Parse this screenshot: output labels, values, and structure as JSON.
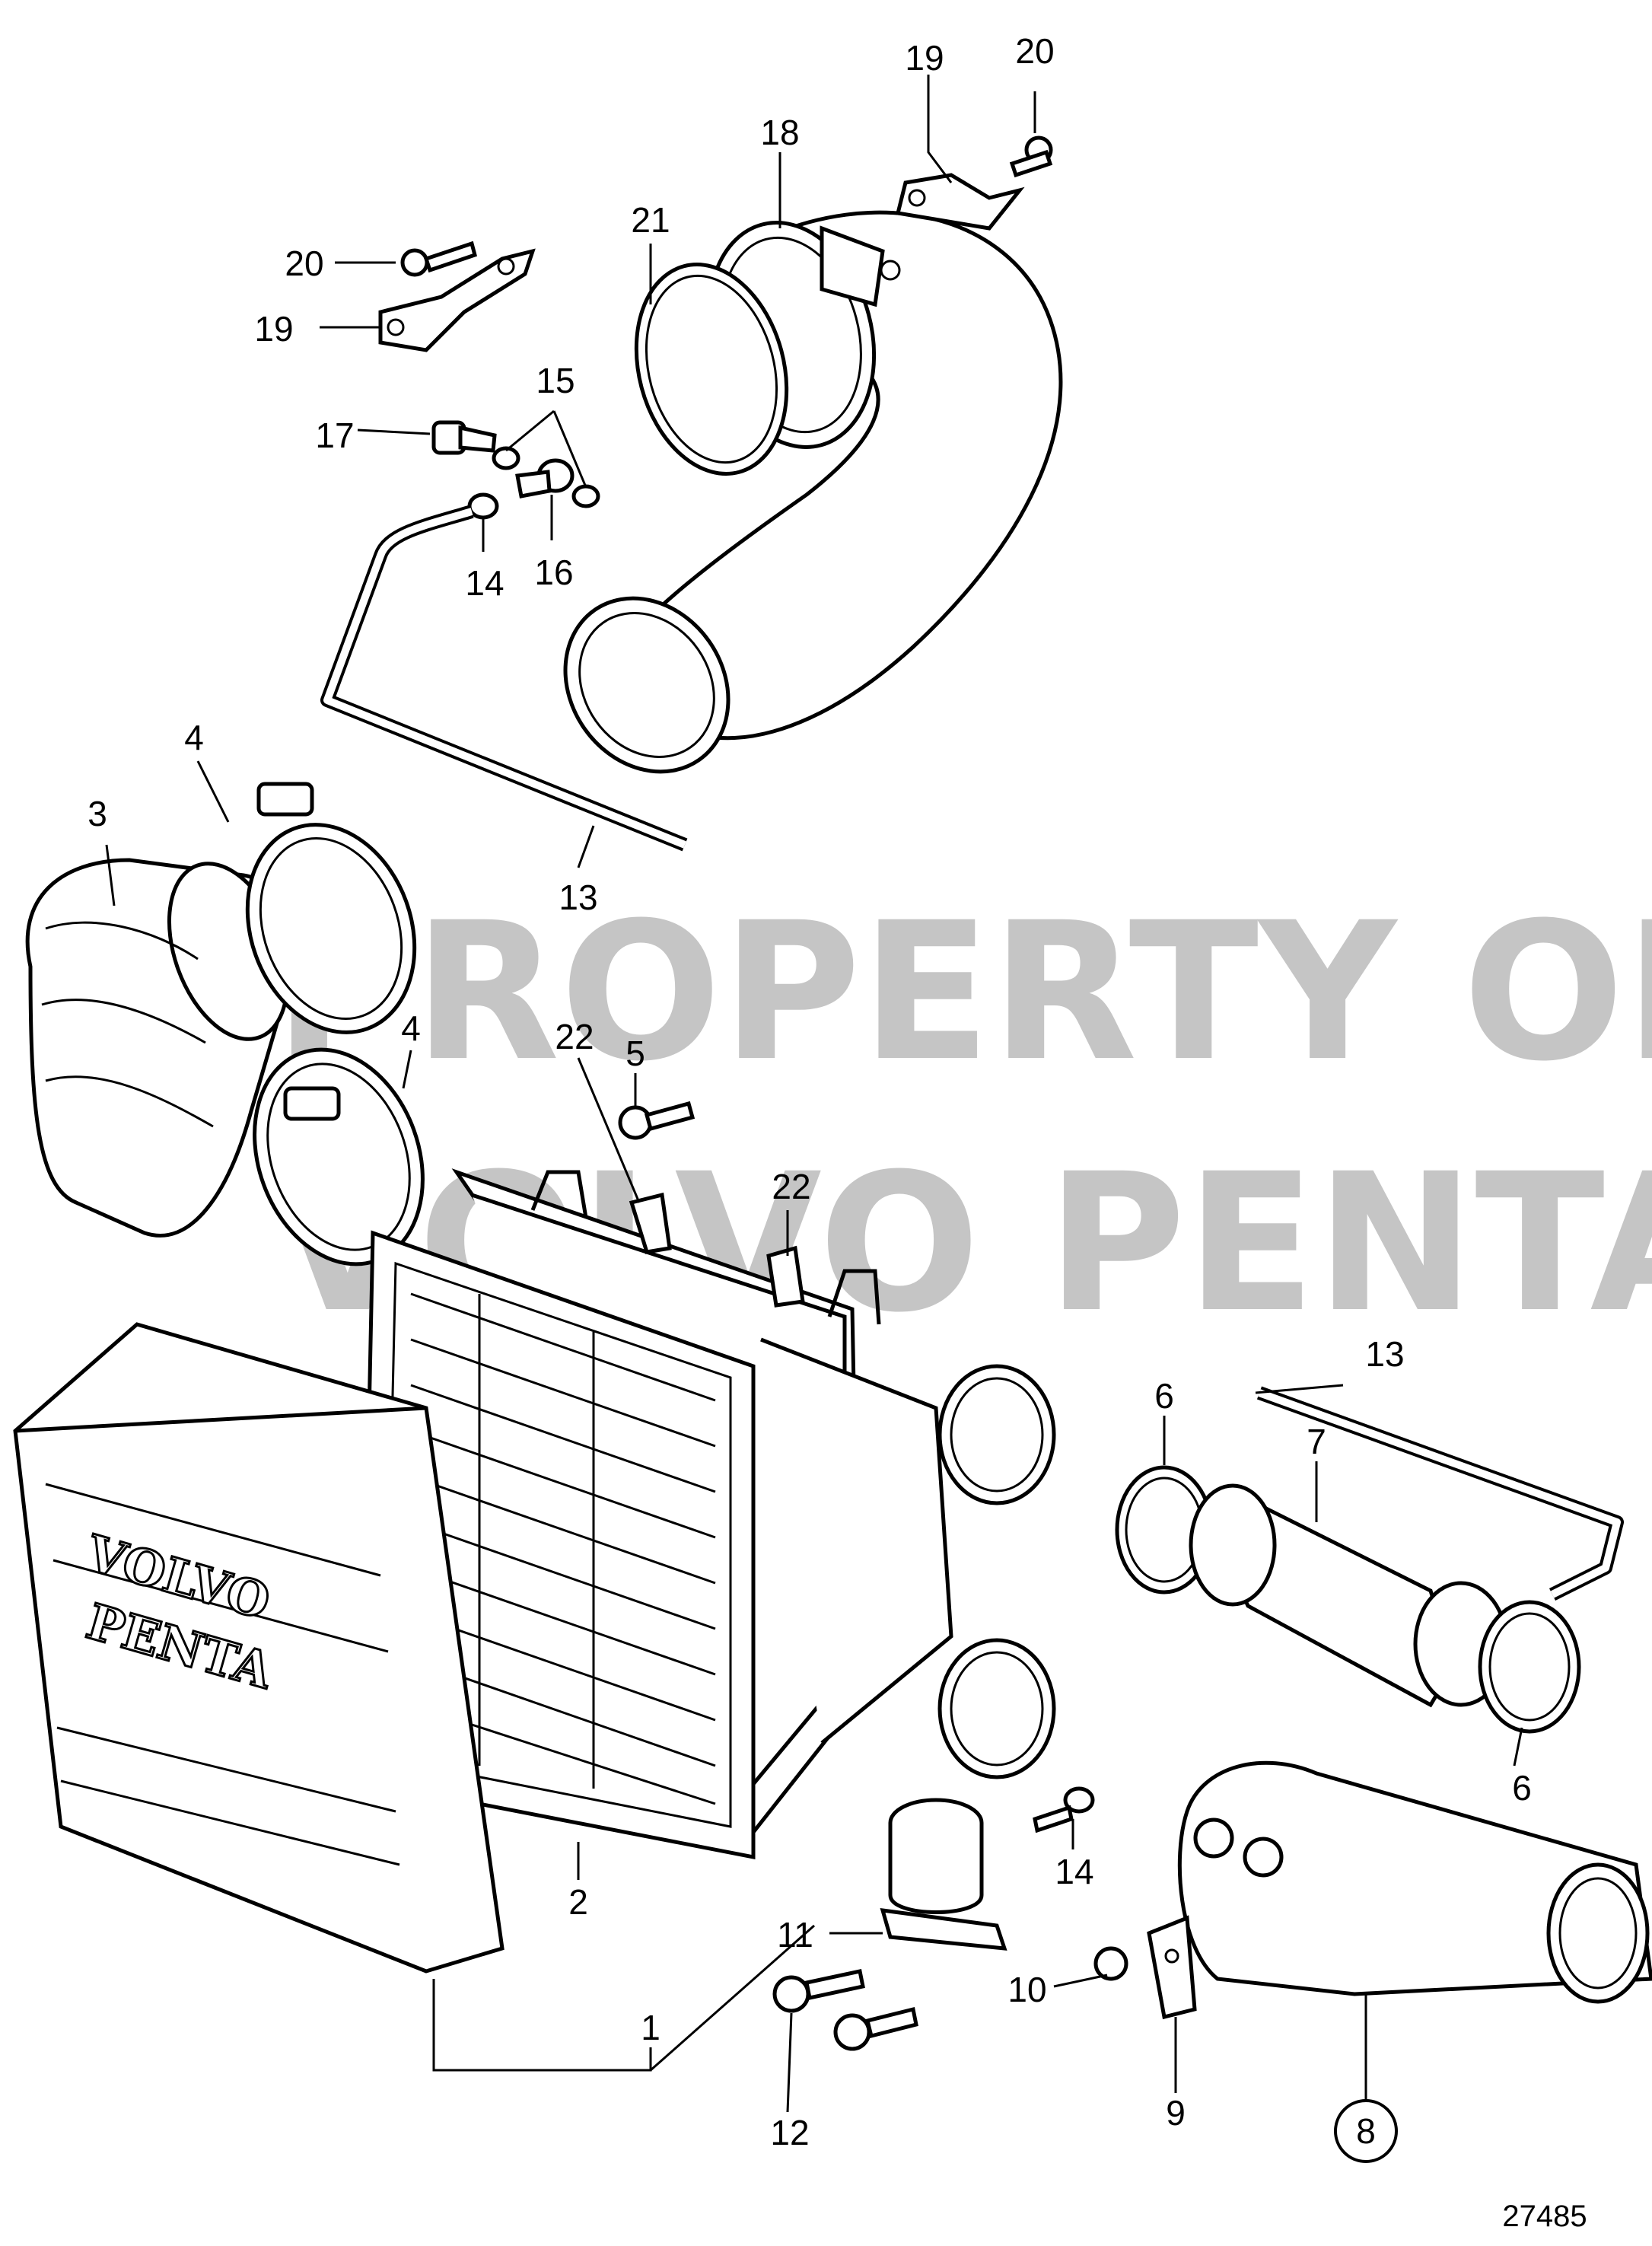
{
  "diagram": {
    "watermark_line1": "PROPERTY OF",
    "watermark_line2": "VOLVO PENTA",
    "cover_brand_line1": "VOLVO",
    "cover_brand_line2": "PENTA",
    "document_number": "27485",
    "callouts": {
      "c1": "1",
      "c2": "2",
      "c3": "3",
      "c4a": "4",
      "c4b": "4",
      "c5": "5",
      "c6a": "6",
      "c6b": "6",
      "c7": "7",
      "c8": "8",
      "c9": "9",
      "c10": "10",
      "c11": "11",
      "c12": "12",
      "c13a": "13",
      "c13b": "13",
      "c14a": "14",
      "c14b": "14",
      "c15": "15",
      "c16": "16",
      "c17": "17",
      "c18": "18",
      "c19a": "19",
      "c19b": "19",
      "c20a": "20",
      "c20b": "20",
      "c21": "21",
      "c22a": "22",
      "c22b": "22"
    }
  }
}
